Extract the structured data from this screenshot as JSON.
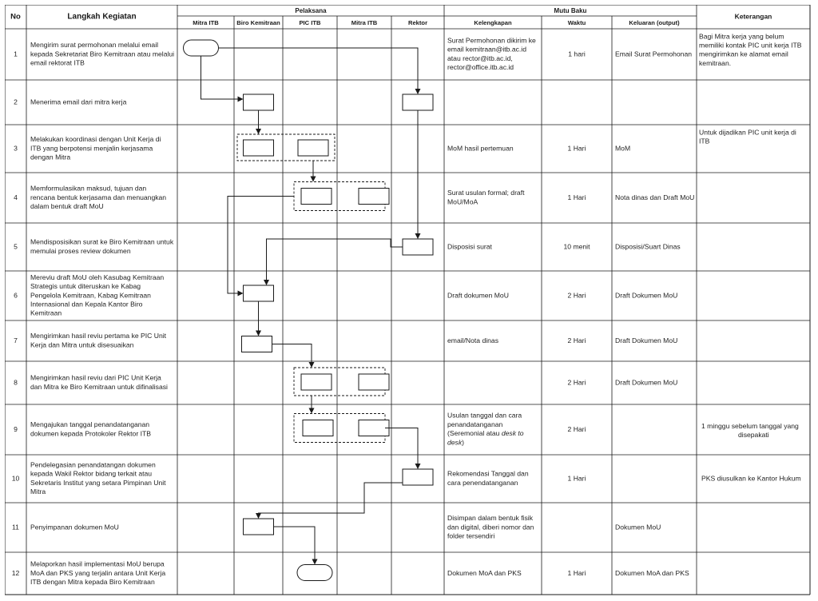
{
  "headers": {
    "no": "No",
    "step": "Langkah Kegiatan",
    "pelaksana": "Pelaksana",
    "mutu_baku": "Mutu Baku",
    "keterangan": "Keterangan",
    "actors": [
      "Mitra ITB",
      "Biro Kemitraan",
      "PIC ITB",
      "Mitra ITB",
      "Rektor"
    ],
    "mutu_cols": [
      "Kelengkapan",
      "Waktu",
      "Keluaran (output)"
    ]
  },
  "rows": [
    {
      "no": "1",
      "step": [
        "Mengirim surat permohonan melalui email",
        "kepada Sekretariat Biro Kemitraan atau melalui",
        "email rektorat ITB"
      ],
      "kelengkapan": [
        "Surat Permohonan dikirim ke",
        "email kemitraan@itb.ac.id",
        "atau rector@itb.ac.id,",
        "rector@office.itb.ac.id"
      ],
      "waktu": "1 hari",
      "output": [
        "Email Surat Permohonan"
      ],
      "keterangan": [
        "Bagi Mitra kerja yang belum",
        "memiliki kontak PIC unit kerja ITB",
        "mengirimkan ke alamat email",
        "kemitraan."
      ]
    },
    {
      "no": "2",
      "step": [
        "Menerima email dari mitra kerja"
      ],
      "kelengkapan": [],
      "waktu": "",
      "output": [],
      "keterangan": []
    },
    {
      "no": "3",
      "step": [
        "Melakukan koordinasi dengan Unit Kerja di",
        "ITB yang berpotensi menjalin kerjasama",
        "dengan Mitra"
      ],
      "kelengkapan": [
        "MoM hasil pertemuan"
      ],
      "waktu": "1 Hari",
      "output": [
        "MoM"
      ],
      "keterangan": [
        "Untuk dijadikan PIC unit kerja di",
        "ITB"
      ]
    },
    {
      "no": "4",
      "step": [
        "Memformulasikan maksud, tujuan dan",
        "rencana bentuk kerjasama dan menuangkan",
        "dalam bentuk draft MoU"
      ],
      "kelengkapan": [
        "Surat usulan formal; draft",
        "MoU/MoA"
      ],
      "waktu": "1 Hari",
      "output": [
        "Nota dinas dan Draft MoU"
      ],
      "keterangan": []
    },
    {
      "no": "5",
      "step": [
        "Mendisposisikan surat ke Biro Kemitraan untuk",
        "memulai proses review dokumen"
      ],
      "kelengkapan": [
        "Disposisi surat"
      ],
      "waktu": "10 menit",
      "output": [
        "Disposisi/Suart Dinas"
      ],
      "keterangan": []
    },
    {
      "no": "6",
      "step": [
        "Mereviu draft MoU oleh Kasubag Kemitraan",
        "Strategis untuk diteruskan ke Kabag",
        "Pengelola Kemitraan, Kabag Kemitraan",
        "Internasional dan Kepala Kantor Biro",
        "Kemitraan"
      ],
      "kelengkapan": [
        "Draft dokumen MoU"
      ],
      "waktu": "2 Hari",
      "output": [
        "Draft Dokumen MoU"
      ],
      "keterangan": []
    },
    {
      "no": "7",
      "step": [
        "Mengirimkan hasil reviu pertama ke PIC Unit",
        "Kerja dan Mitra untuk disesuaikan"
      ],
      "kelengkapan": [
        "email/Nota dinas"
      ],
      "waktu": "2 Hari",
      "output": [
        "Draft Dokumen MoU"
      ],
      "keterangan": []
    },
    {
      "no": "8",
      "step": [
        "Mengirimkan hasil reviu dari PIC Unit Kerja",
        "dan Mitra ke Biro Kemitraan untuk difinalisasi"
      ],
      "kelengkapan": [],
      "waktu": "2 Hari",
      "output": [
        "Draft Dokumen MoU"
      ],
      "keterangan": []
    },
    {
      "no": "9",
      "step": [
        "Mengajukan tanggal penandatanganan",
        "dokumen kepada Protokoler Rektor ITB"
      ],
      "kelengkapan": [
        "Usulan tanggal dan cara",
        "penandatanganan",
        "(Seremonial atau desk to",
        "desk)"
      ],
      "waktu": "2 Hari",
      "output": [],
      "keterangan": [
        "1 minggu sebelum tanggal yang",
        "disepakati"
      ]
    },
    {
      "no": "10",
      "step": [
        "Pendelegasian penandatangan dokumen",
        "kepada Wakil Rektor bidang terkait atau",
        "Sekretaris Institut yang setara Pimpinan Unit",
        "Mitra"
      ],
      "kelengkapan": [
        "Rekomendasi Tanggal dan",
        "cara penendatanganan"
      ],
      "waktu": "1 Hari",
      "output": [],
      "keterangan": [
        "PKS diusulkan ke Kantor Hukum"
      ]
    },
    {
      "no": "11",
      "step": [
        "Penyimpanan dokumen MoU"
      ],
      "kelengkapan": [
        "Disimpan dalam bentuk fisik",
        "dan digital, diberi nomor dan",
        "folder tersendiri"
      ],
      "waktu": "",
      "output": [
        "Dokumen MoU"
      ],
      "keterangan": []
    },
    {
      "no": "12",
      "step": [
        "Melaporkan hasil implementasi MoU berupa",
        "MoA dan PKS yang terjalin antara Unit Kerja",
        "ITB dengan Mitra kepada Biro Kemitraan"
      ],
      "kelengkapan": [
        "Dokumen MoA dan PKS"
      ],
      "waktu": "1 Hari",
      "output": [
        "Dokumen MoA dan PKS"
      ],
      "keterangan": []
    }
  ]
}
